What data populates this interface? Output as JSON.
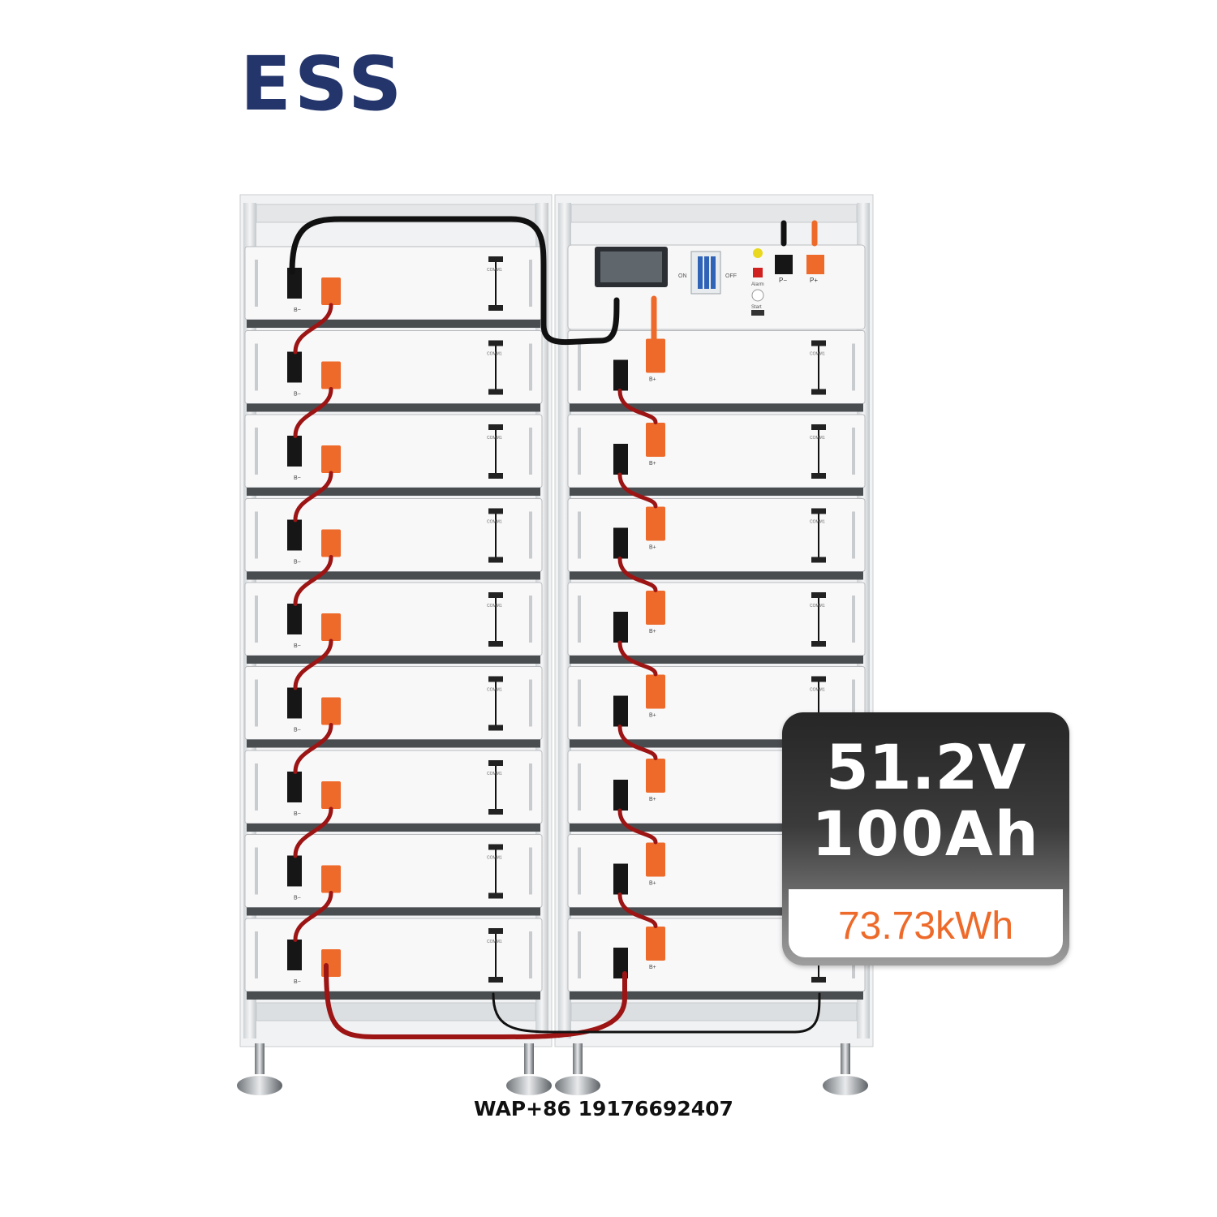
{
  "brand": {
    "logo_text": "ESS"
  },
  "spec_badge": {
    "voltage": "51.2V",
    "capacity": "100Ah",
    "energy": "73.73kWh"
  },
  "contact": {
    "text": "WAP+86 19176692407"
  },
  "control_panel": {
    "switch_on": "ON",
    "switch_off": "OFF",
    "alarm_label": "Alarm",
    "start_label": "Start",
    "terminal_neg": "P−",
    "terminal_pos": "P+"
  },
  "modules": {
    "negative_label": "B−",
    "positive_label": "B+",
    "comm_label": "COMM1"
  },
  "colors": {
    "brand_blue": "#23356b",
    "accent_orange": "#ee6a2a",
    "cable_red": "#9c1414",
    "cable_black": "#111111"
  }
}
